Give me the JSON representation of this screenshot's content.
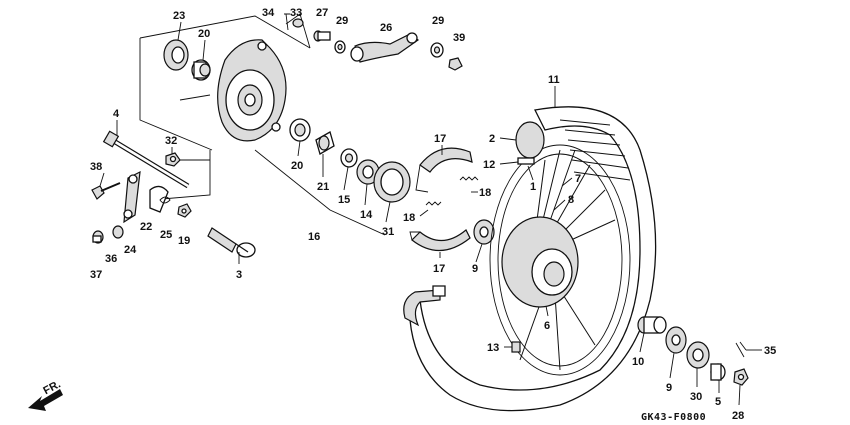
{
  "diagram": {
    "code": "GK43-F0800",
    "direction_label": "FR.",
    "callouts": [
      {
        "id": "c23",
        "text": "23"
      },
      {
        "id": "c20a",
        "text": "20"
      },
      {
        "id": "c34",
        "text": "34"
      },
      {
        "id": "c33",
        "text": "33"
      },
      {
        "id": "c27",
        "text": "27"
      },
      {
        "id": "c29a",
        "text": "29"
      },
      {
        "id": "c26",
        "text": "26"
      },
      {
        "id": "c29b",
        "text": "29"
      },
      {
        "id": "c39",
        "text": "39"
      },
      {
        "id": "c4",
        "text": "4"
      },
      {
        "id": "c32",
        "text": "32"
      },
      {
        "id": "c38",
        "text": "38"
      },
      {
        "id": "c22",
        "text": "22"
      },
      {
        "id": "c25",
        "text": "25"
      },
      {
        "id": "c19",
        "text": "19"
      },
      {
        "id": "c24",
        "text": "24"
      },
      {
        "id": "c36",
        "text": "36"
      },
      {
        "id": "c37",
        "text": "37"
      },
      {
        "id": "c3",
        "text": "3"
      },
      {
        "id": "c20b",
        "text": "20"
      },
      {
        "id": "c21",
        "text": "21"
      },
      {
        "id": "c15",
        "text": "15"
      },
      {
        "id": "c14",
        "text": "14"
      },
      {
        "id": "c16",
        "text": "16"
      },
      {
        "id": "c31",
        "text": "31"
      },
      {
        "id": "c17a",
        "text": "17"
      },
      {
        "id": "c18a",
        "text": "18"
      },
      {
        "id": "c18b",
        "text": "18"
      },
      {
        "id": "c17b",
        "text": "17"
      },
      {
        "id": "c9a",
        "text": "9"
      },
      {
        "id": "c11",
        "text": "11"
      },
      {
        "id": "c2",
        "text": "2"
      },
      {
        "id": "c12",
        "text": "12"
      },
      {
        "id": "c1",
        "text": "1"
      },
      {
        "id": "c7",
        "text": "7"
      },
      {
        "id": "c8",
        "text": "8"
      },
      {
        "id": "c6",
        "text": "6"
      },
      {
        "id": "c13",
        "text": "13"
      },
      {
        "id": "c10",
        "text": "10"
      },
      {
        "id": "c9b",
        "text": "9"
      },
      {
        "id": "c30",
        "text": "30"
      },
      {
        "id": "c5",
        "text": "5"
      },
      {
        "id": "c35",
        "text": "35"
      },
      {
        "id": "c28",
        "text": "28"
      }
    ]
  }
}
